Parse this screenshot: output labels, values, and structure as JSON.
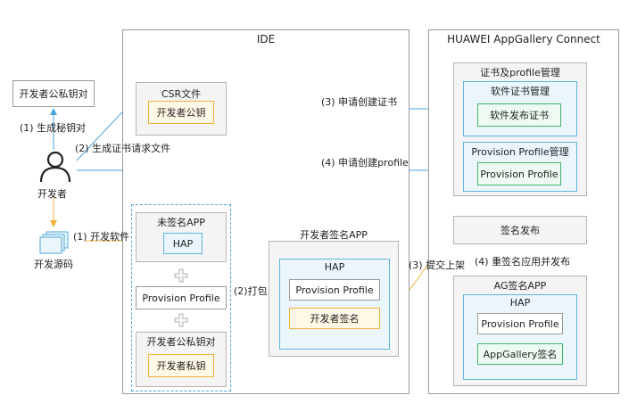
{
  "ide": {
    "title": "IDE"
  },
  "agc": {
    "title": "HUAWEI AppGallery Connect"
  },
  "developer": {
    "label": "开发者",
    "keypair": "开发者公私钥对",
    "source": "开发源码"
  },
  "csr": {
    "title": "CSR文件",
    "pubkey": "开发者公钥"
  },
  "unsigned_group": {
    "unsigned_title": "未签名APP",
    "hap": "HAP",
    "profile": "Provision Profile",
    "keypair_title": "开发者公私钥对",
    "private_key": "开发者私钥"
  },
  "dev_signed": {
    "title": "开发者签名APP",
    "hap": "HAP",
    "profile": "Provision Profile",
    "signature": "开发者签名"
  },
  "cert_mgmt": {
    "title": "证书及profile管理",
    "soft_cert_title": "软件证书管理",
    "release_cert": "软件发布证书",
    "profile_mgmt_title": "Provision Profile管理",
    "profile": "Provision Profile"
  },
  "sign_publish": {
    "label": "签名发布"
  },
  "ag_signed": {
    "title": "AG签名APP",
    "hap": "HAP",
    "profile": "Provision Profile",
    "signature": "AppGallery签名"
  },
  "steps": {
    "gen_keypair": "(1) 生成秘钥对",
    "gen_csr": "(2) 生成证书请求文件",
    "dev_source": "(1) 开发软件",
    "apply_cert": "(3) 申请创建证书",
    "apply_profile": "(4) 申请创建profile",
    "package": "(2)打包",
    "submit": "(3) 提交上架",
    "resign": "(4) 重签名应用并发布"
  },
  "colors": {
    "arrow_blue": "#4aa6dc",
    "arrow_yellow": "#f0b23c",
    "border_grey": "#9a9a9a"
  }
}
